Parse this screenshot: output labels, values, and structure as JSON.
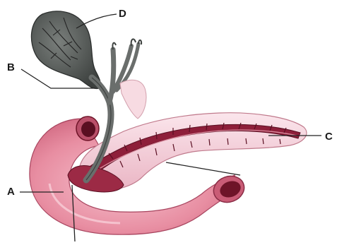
{
  "diagram": {
    "labels": {
      "a": "A",
      "b": "B",
      "c": "C",
      "d": "D"
    },
    "colors": {
      "background": "#ffffff",
      "duodenum_fill": "#e58a9c",
      "duodenum_dark": "#b9506a",
      "pancreas_fill": "#f3d3dc",
      "duct_fill": "#8e1f3a",
      "gallbladder_fill": "#555a58",
      "bile_duct_fill": "#6a6e6c",
      "leader_line": "#222222"
    }
  }
}
